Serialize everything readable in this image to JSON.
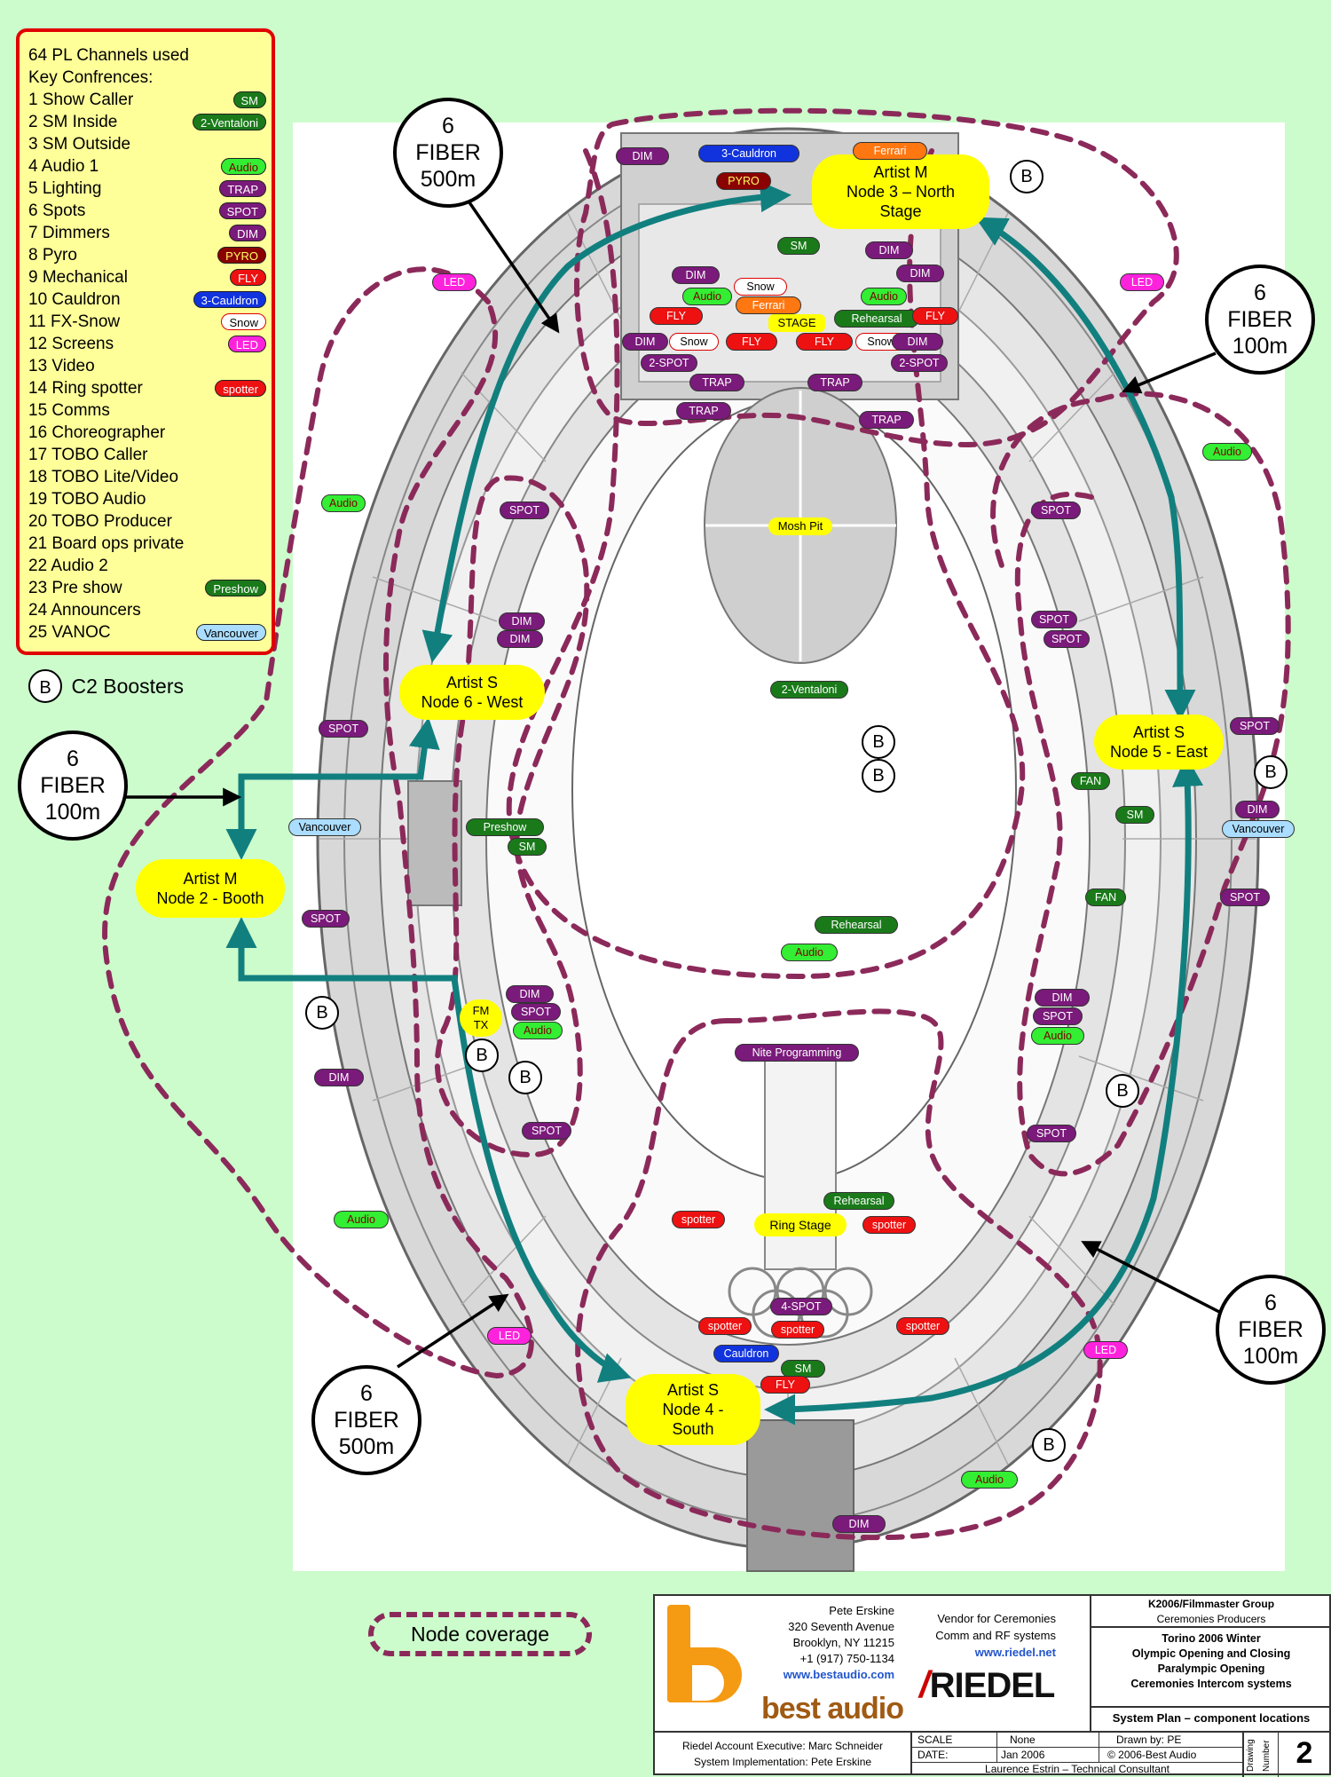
{
  "legend": {
    "line1": "64 PL Channels used",
    "line2": "Key Confrences:",
    "rows": [
      {
        "num": "1",
        "label": "Show Caller",
        "tag": "SM",
        "bg": "#1a7a1a",
        "fg": "#ffffff"
      },
      {
        "num": "2",
        "label": "SM Inside",
        "tag": "2-Ventaloni",
        "bg": "#1a7a1a",
        "fg": "#ffffff"
      },
      {
        "num": "3",
        "label": "SM Outside"
      },
      {
        "num": "4",
        "label": "Audio 1",
        "tag": "Audio",
        "bg": "#33ee33",
        "fg": "#7a0000"
      },
      {
        "num": "5",
        "label": "Lighting",
        "tag": "TRAP",
        "bg": "#7a1a7a",
        "fg": "#ffffff"
      },
      {
        "num": "6",
        "label": "Spots",
        "tag": "SPOT",
        "bg": "#7a1a7a",
        "fg": "#ffffff"
      },
      {
        "num": "7",
        "label": "Dimmers",
        "tag": "DIM",
        "bg": "#7a1a7a",
        "fg": "#ffffff"
      },
      {
        "num": "8",
        "label": "Pyro",
        "tag": "PYRO",
        "bg": "#8b0000",
        "fg": "#ffff66"
      },
      {
        "num": "9",
        "label": "Mechanical",
        "tag": "FLY",
        "bg": "#ee1111",
        "fg": "#ffffff"
      },
      {
        "num": "10",
        "label": "Cauldron",
        "tag": "3-Cauldron",
        "bg": "#1133dd",
        "fg": "#ffffff"
      },
      {
        "num": "11",
        "label": "FX-Snow",
        "tag": "Snow",
        "bg": "#ffffff",
        "fg": "#000000",
        "border": "#dd0000"
      },
      {
        "num": "12",
        "label": "Screens",
        "tag": "LED",
        "bg": "#ff22dd",
        "fg": "#ffffff"
      },
      {
        "num": "13",
        "label": "Video"
      },
      {
        "num": "14",
        "label": "Ring spotter",
        "tag": "spotter",
        "bg": "#ee1111",
        "fg": "#ffffff"
      },
      {
        "num": "15",
        "label": "Comms"
      },
      {
        "num": "16",
        "label": "Choreographer"
      },
      {
        "num": "17",
        "label": "TOBO Caller"
      },
      {
        "num": "18",
        "label": "TOBO Lite/Video"
      },
      {
        "num": "19",
        "label": "TOBO Audio"
      },
      {
        "num": "20",
        "label": "TOBO Producer"
      },
      {
        "num": "21",
        "label": "Board ops private"
      },
      {
        "num": "22",
        "label": "Audio 2"
      },
      {
        "num": "23",
        "label": "Pre show",
        "tag": "Preshow",
        "bg": "#1a7a1a",
        "fg": "#ffffff"
      },
      {
        "num": "24",
        "label": "Announcers"
      },
      {
        "num": "25",
        "label": "VANOC",
        "tag": "Vancouver",
        "bg": "#aaddff",
        "fg": "#000000"
      }
    ]
  },
  "booster_legend": {
    "symbol": "B",
    "label": "C2 Boosters"
  },
  "coverage_legend": "Node coverage",
  "fiber_labels": [
    {
      "id": "fiber-top-left",
      "count": "6",
      "word": "FIBER",
      "length": "500m"
    },
    {
      "id": "fiber-top-right",
      "count": "6",
      "word": "FIBER",
      "length": "100m"
    },
    {
      "id": "fiber-left",
      "count": "6",
      "word": "FIBER",
      "length": "100m"
    },
    {
      "id": "fiber-bottom-left",
      "count": "6",
      "word": "FIBER",
      "length": "500m"
    },
    {
      "id": "fiber-bottom-right",
      "count": "6",
      "word": "FIBER",
      "length": "100m"
    }
  ],
  "nodes": [
    {
      "id": "node-3",
      "lines": [
        "Artist M",
        "Node 3 – North",
        "Stage"
      ]
    },
    {
      "id": "node-6",
      "lines": [
        "Artist S",
        "Node 6 - West"
      ]
    },
    {
      "id": "node-5",
      "lines": [
        "Artist S",
        "Node 5 - East"
      ]
    },
    {
      "id": "node-2",
      "lines": [
        "Artist M",
        "Node 2 - Booth"
      ]
    },
    {
      "id": "node-4",
      "lines": [
        "Artist S",
        "Node 4 -",
        "South"
      ]
    }
  ],
  "venue_labels": {
    "mosh_pit": "Mosh Pit",
    "ring_stage": "Ring Stage",
    "stage": "STAGE",
    "fm_tx": [
      "FM",
      "TX"
    ],
    "booster": "B"
  },
  "tags": [
    {
      "t": "DIM",
      "k": "dim"
    },
    {
      "t": "3-Cauldron",
      "k": "caul"
    },
    {
      "t": "Ferrari",
      "k": "ferrari"
    },
    {
      "t": "PYRO",
      "k": "pyro"
    },
    {
      "t": "SM",
      "k": "green"
    },
    {
      "t": "DIM",
      "k": "dim"
    },
    {
      "t": "DIM",
      "k": "dim"
    },
    {
      "t": "DIM",
      "k": "dim"
    },
    {
      "t": "Snow",
      "k": "snow"
    },
    {
      "t": "Audio",
      "k": "audio"
    },
    {
      "t": "Audio",
      "k": "audio"
    },
    {
      "t": "Ferrari",
      "k": "ferrari"
    },
    {
      "t": "Rehearsal",
      "k": "green"
    },
    {
      "t": "FLY",
      "k": "red"
    },
    {
      "t": "FLY",
      "k": "red"
    },
    {
      "t": "DIM",
      "k": "dim"
    },
    {
      "t": "Snow",
      "k": "snow"
    },
    {
      "t": "FLY",
      "k": "red"
    },
    {
      "t": "FLY",
      "k": "red"
    },
    {
      "t": "Snow",
      "k": "snow"
    },
    {
      "t": "DIM",
      "k": "dim"
    },
    {
      "t": "2-SPOT",
      "k": "dim"
    },
    {
      "t": "2-SPOT",
      "k": "dim"
    },
    {
      "t": "TRAP",
      "k": "dim"
    },
    {
      "t": "TRAP",
      "k": "dim"
    },
    {
      "t": "TRAP",
      "k": "dim"
    },
    {
      "t": "TRAP",
      "k": "dim"
    },
    {
      "t": "LED",
      "k": "led"
    },
    {
      "t": "LED",
      "k": "led"
    },
    {
      "t": "Audio",
      "k": "audio"
    },
    {
      "t": "Audio",
      "k": "audio"
    },
    {
      "t": "SPOT",
      "k": "dim"
    },
    {
      "t": "SPOT",
      "k": "dim"
    },
    {
      "t": "DIM",
      "k": "dim"
    },
    {
      "t": "SPOT",
      "k": "dim"
    },
    {
      "t": "DIM",
      "k": "dim"
    },
    {
      "t": "SPOT",
      "k": "dim"
    },
    {
      "t": "2-Ventaloni",
      "k": "green"
    },
    {
      "t": "SPOT",
      "k": "dim"
    },
    {
      "t": "SPOT",
      "k": "dim"
    },
    {
      "t": "FAN",
      "k": "green"
    },
    {
      "t": "SM",
      "k": "green"
    },
    {
      "t": "DIM",
      "k": "dim"
    },
    {
      "t": "Vancouver",
      "k": "vanc"
    },
    {
      "t": "Vancouver",
      "k": "vanc"
    },
    {
      "t": "Preshow",
      "k": "green"
    },
    {
      "t": "SM",
      "k": "green"
    },
    {
      "t": "FAN",
      "k": "green"
    },
    {
      "t": "SPOT",
      "k": "dim"
    },
    {
      "t": "SPOT",
      "k": "dim"
    },
    {
      "t": "Rehearsal",
      "k": "green"
    },
    {
      "t": "Audio",
      "k": "audio"
    },
    {
      "t": "DIM",
      "k": "dim"
    },
    {
      "t": "SPOT",
      "k": "dim"
    },
    {
      "t": "Audio",
      "k": "audio"
    },
    {
      "t": "DIM",
      "k": "dim"
    },
    {
      "t": "SPOT",
      "k": "dim"
    },
    {
      "t": "Audio",
      "k": "audio"
    },
    {
      "t": "Nite Programming",
      "k": "dim"
    },
    {
      "t": "DIM",
      "k": "dim"
    },
    {
      "t": "SPOT",
      "k": "dim"
    },
    {
      "t": "SPOT",
      "k": "dim"
    },
    {
      "t": "Audio",
      "k": "audio"
    },
    {
      "t": "Rehearsal",
      "k": "green"
    },
    {
      "t": "spotter",
      "k": "red"
    },
    {
      "t": "spotter",
      "k": "red"
    },
    {
      "t": "4-SPOT",
      "k": "dim"
    },
    {
      "t": "spotter",
      "k": "red"
    },
    {
      "t": "spotter",
      "k": "red"
    },
    {
      "t": "spotter",
      "k": "red"
    },
    {
      "t": "Cauldron",
      "k": "caul"
    },
    {
      "t": "SM",
      "k": "green"
    },
    {
      "t": "FLY",
      "k": "red"
    },
    {
      "t": "LED",
      "k": "led"
    },
    {
      "t": "LED",
      "k": "led"
    },
    {
      "t": "Audio",
      "k": "audio"
    },
    {
      "t": "DIM",
      "k": "dim"
    }
  ],
  "tag_styles": {
    "dim": {
      "bg": "#7a1a7a",
      "fg": "#ffffff"
    },
    "green": {
      "bg": "#1a7a1a",
      "fg": "#ffffff"
    },
    "audio": {
      "bg": "#33ee33",
      "fg": "#7a0000"
    },
    "red": {
      "bg": "#ee1111",
      "fg": "#ffffff"
    },
    "led": {
      "bg": "#ff22dd",
      "fg": "#ffffff"
    },
    "caul": {
      "bg": "#1133dd",
      "fg": "#ffffff"
    },
    "snow": {
      "bg": "#ffffff",
      "fg": "#000000",
      "border": "#dd0000"
    },
    "ferrari": {
      "bg": "#ff7711",
      "fg": "#ffffff"
    },
    "pyro": {
      "bg": "#8b0000",
      "fg": "#ffff66"
    },
    "vanc": {
      "bg": "#aaddff",
      "fg": "#000000"
    }
  },
  "colors": {
    "fiber": "#127f7f",
    "coverage": "#8b2a5a",
    "node": "#ffff00",
    "legend_border": "#e00000"
  },
  "title_block": {
    "best_audio": {
      "name": "Pete Erskine",
      "addr1": "320 Seventh Avenue",
      "addr2": "Brooklyn, NY 11215",
      "phone": "+1 (917) 750-1134",
      "web": "www.bestaudio.com",
      "logo": "best audio"
    },
    "vendor": {
      "line1": "Vendor for Ceremonies",
      "line2": "Comm and RF systems",
      "web": "www.riedel.net",
      "logo": "RIEDEL"
    },
    "client": {
      "line1": "K2006/Filmmaster Group",
      "line2": "Ceremonies Producers"
    },
    "project": {
      "line1": "Torino 2006 Winter",
      "line2": "Olympic Opening and Closing",
      "line3": "Paralympic Opening",
      "line4": "Ceremonies Intercom systems"
    },
    "sheet_title": "System Plan – component locations",
    "account": "Riedel Account Executive: Marc Schneider",
    "implementation": "System Implementation: Pete Erskine",
    "scale_label": "SCALE",
    "scale_value": "None",
    "drawn_label": "Drawn by:  PE",
    "date_label": "DATE:",
    "date_value": "Jan 2006",
    "copyright": "© 2006-Best Audio",
    "consultant": "Laurence Estrin – Technical Consultant",
    "drawing_label": "Drawing",
    "number_label": "Number",
    "drawing_number": "2"
  }
}
